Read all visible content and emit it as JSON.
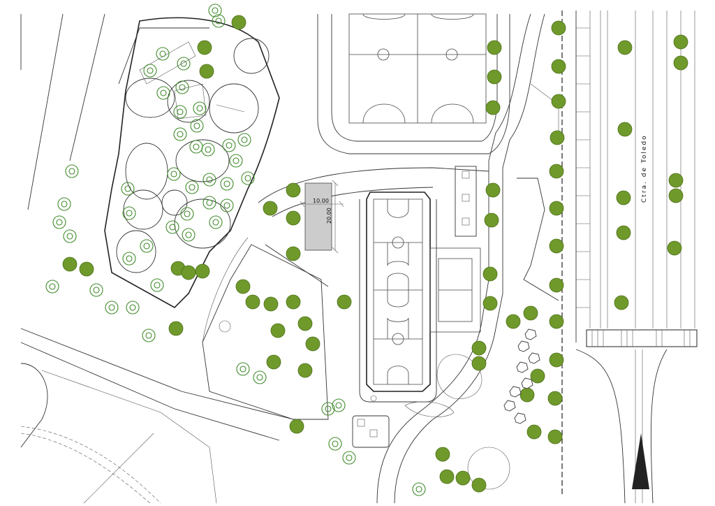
{
  "labels": {
    "road": "Ctra. de Toledo",
    "dim_width": "10.00",
    "dim_length": "20.00"
  },
  "colors": {
    "tree_fill": "#6f9a2b",
    "shrub_stroke": "#3f8a2a",
    "hatch": "#cccccc"
  }
}
